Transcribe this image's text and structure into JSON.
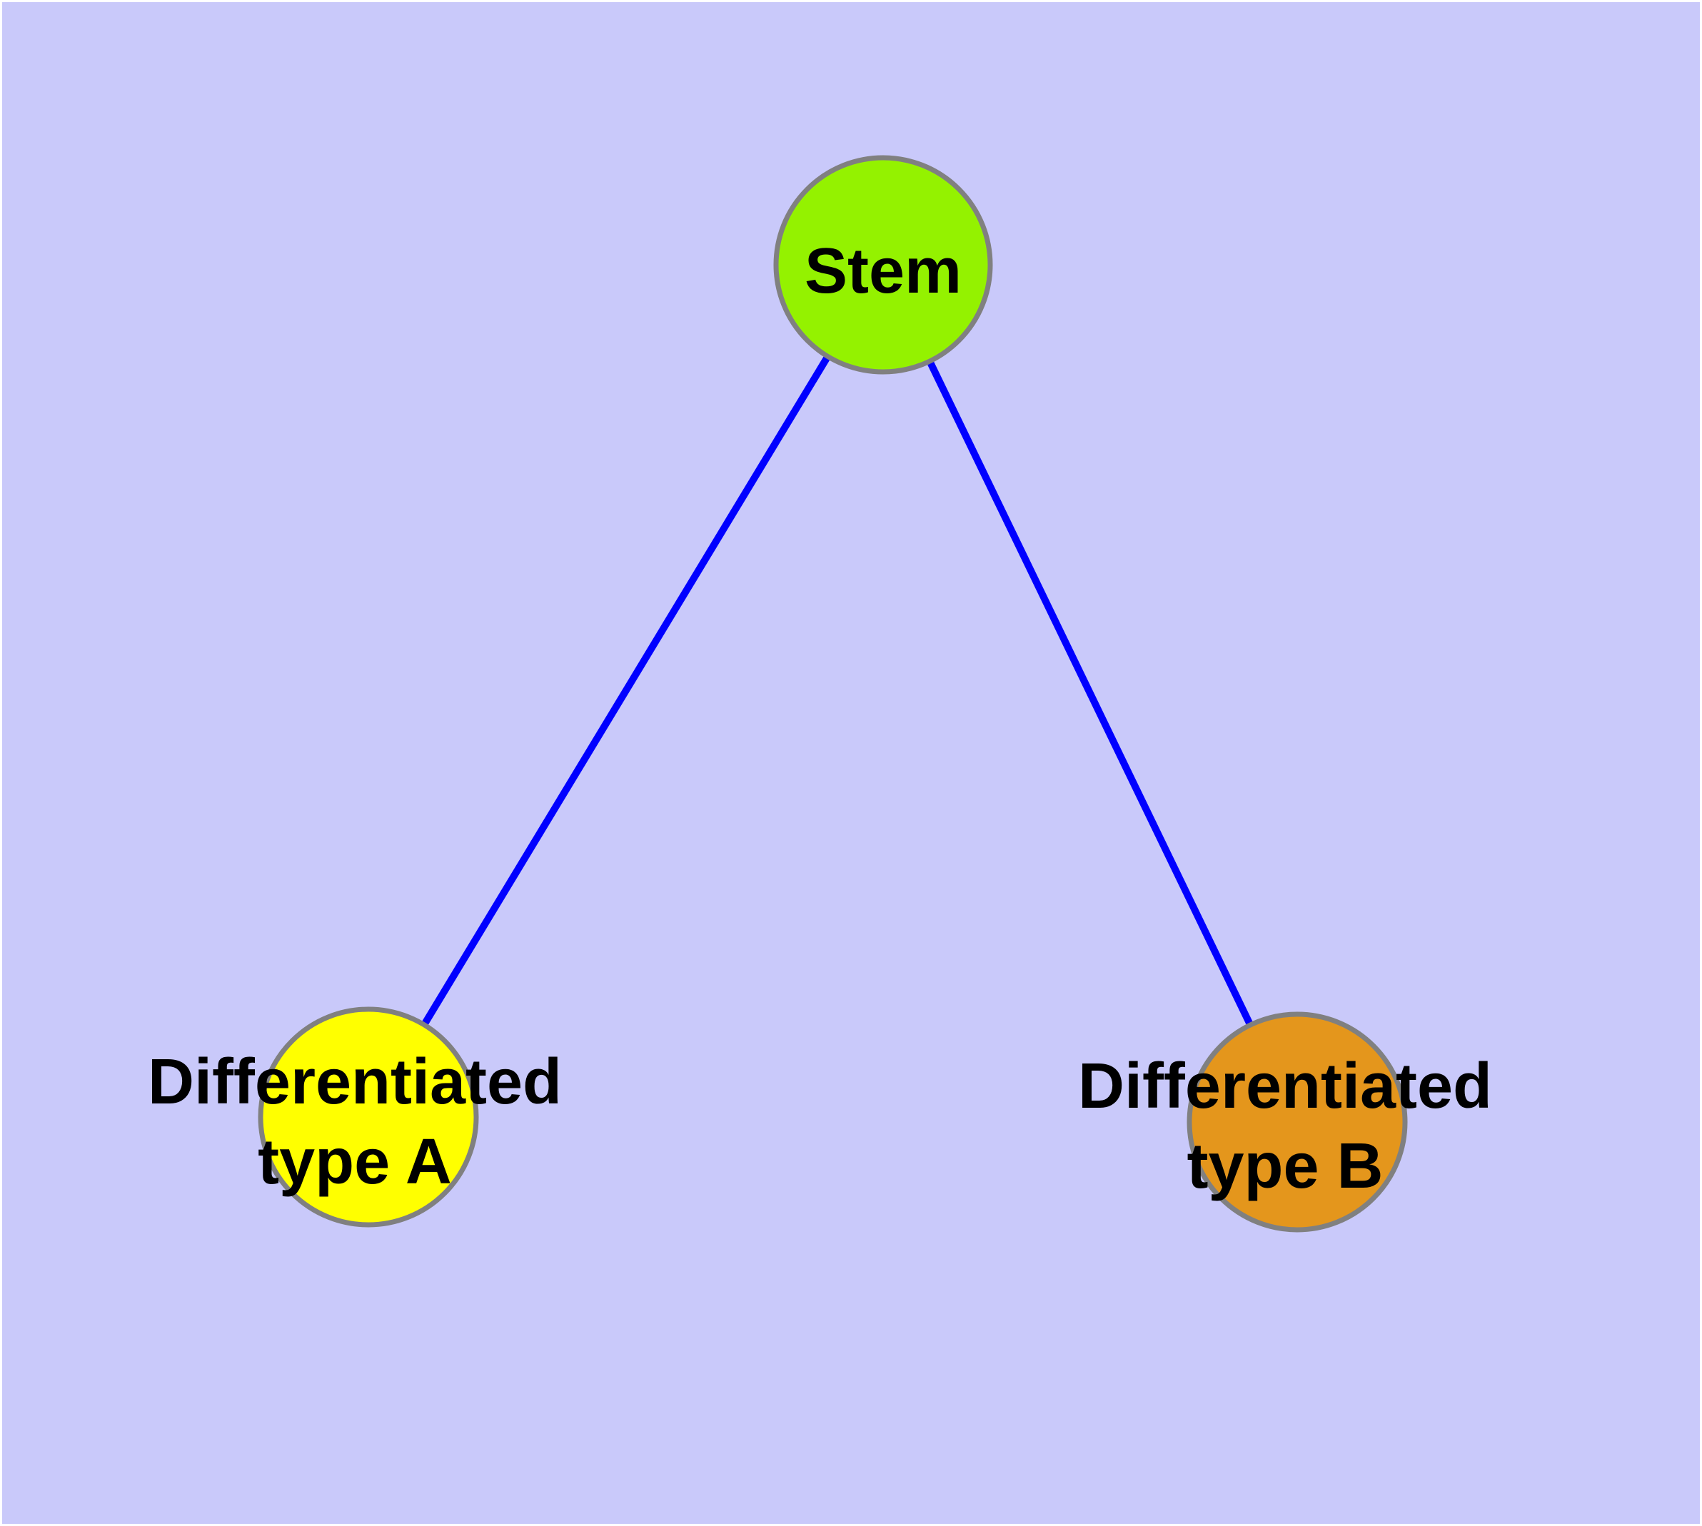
{
  "diagram": {
    "type": "node-link-graph",
    "page_color": "#FFFFFF",
    "background_color": "#C9C9FA",
    "node_border_color": "#808080",
    "edge_color": "#0000FF",
    "text_color": "#000000",
    "nodes": {
      "stem": {
        "label": "Stem",
        "fill_color": "#94F200"
      },
      "type_a": {
        "label_line1": "Differentiated",
        "label_line2": "type A",
        "fill_color": "#FFFF00"
      },
      "type_b": {
        "label_line1": "Differentiated",
        "label_line2": "type B",
        "fill_color": "#E4961C"
      }
    },
    "edges": [
      {
        "from": "Stem",
        "to": "Differentiated type A"
      },
      {
        "from": "Stem",
        "to": "Differentiated type B"
      }
    ]
  }
}
